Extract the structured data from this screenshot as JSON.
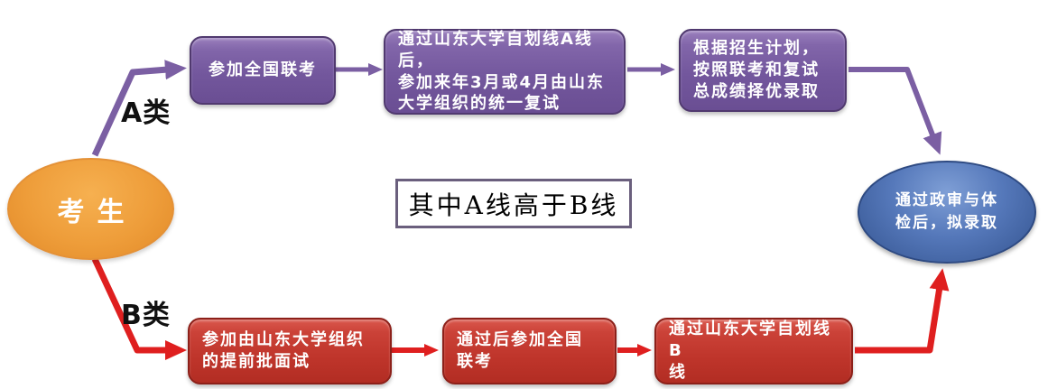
{
  "start_node": {
    "label": "考生"
  },
  "end_node": {
    "label": "通过政审与体\n检后，拟录取"
  },
  "note": {
    "label": "其中A线高于B线"
  },
  "path_a": {
    "label": "A类",
    "steps": [
      {
        "label": "参加全国联考"
      },
      {
        "label": "通过山东大学自划线A线后，\n参加来年3月或4月由山东\n大学组织的统一复试"
      },
      {
        "label": "根据招生计划，\n按照联考和复试\n总成绩择优录取"
      }
    ]
  },
  "path_b": {
    "label": "B类",
    "steps": [
      {
        "label": "参加由山东大学组织\n的提前批面试"
      },
      {
        "label": "通过后参加全国\n联考"
      },
      {
        "label": "通过山东大学自划线B\n线"
      }
    ]
  },
  "colors": {
    "path_a_arrow": "#7b5fa3",
    "path_b_arrow": "#df1f1f",
    "step_a_fill": "#73579d",
    "step_b_fill": "#bf352b",
    "start_fill": "#ee9d3a",
    "end_fill": "#5578ba",
    "note_border": "#6a5f7d"
  }
}
